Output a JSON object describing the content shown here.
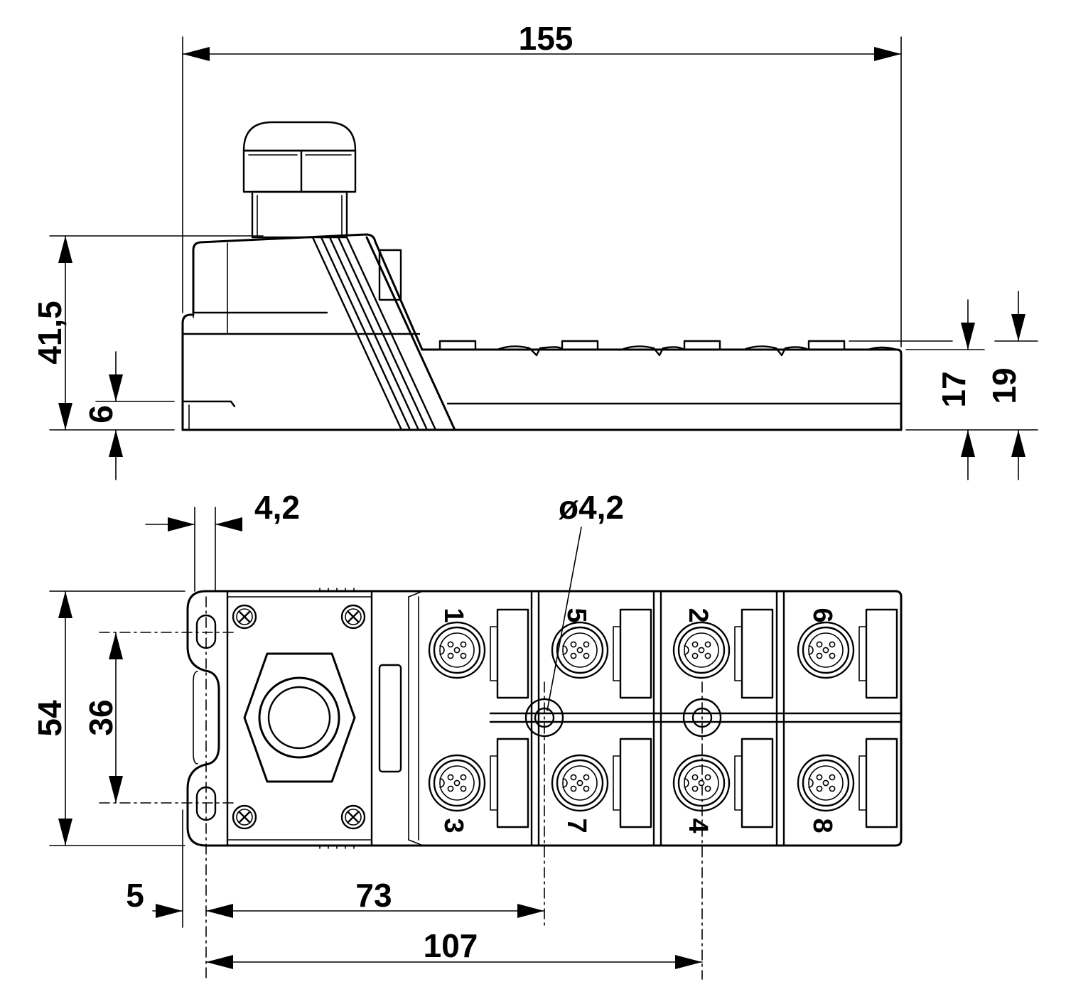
{
  "side_view": {
    "dims": {
      "overall_length": "155",
      "height": "41,5",
      "base_offset": "6",
      "body_height_a": "17",
      "body_height_b": "19"
    }
  },
  "top_view": {
    "dims": {
      "slot_width": "4,2",
      "hole_diameter": "ø4,2",
      "overall_width": "54",
      "hole_spacing": "36",
      "edge_offset": "5",
      "hole_1_position": "73",
      "hole_2_position": "107"
    },
    "ports": [
      {
        "label": "1"
      },
      {
        "label": "3"
      },
      {
        "label": "5"
      },
      {
        "label": "7"
      },
      {
        "label": "2"
      },
      {
        "label": "4"
      },
      {
        "label": "6"
      },
      {
        "label": "8"
      }
    ]
  }
}
